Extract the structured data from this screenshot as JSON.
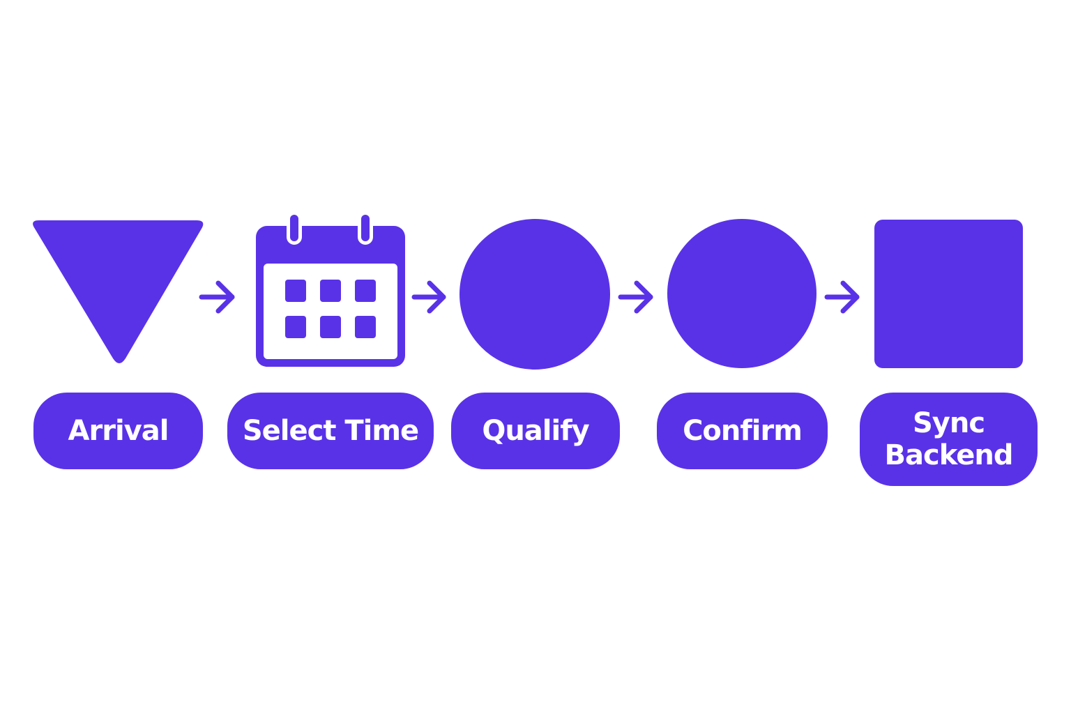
{
  "colors": {
    "accent": "#5932e8",
    "background": "#ffffff",
    "label_text": "#ffffff"
  },
  "steps": [
    {
      "label": "Arrival",
      "icon": "triangle-down-icon"
    },
    {
      "label": "Select Time",
      "icon": "calendar-icon"
    },
    {
      "label": "Qualify",
      "icon": "circle-icon"
    },
    {
      "label": "Confirm",
      "icon": "circle-icon"
    },
    {
      "label": "Sync\nBackend",
      "icon": "square-icon"
    }
  ],
  "connectors": [
    {
      "from": "Arrival",
      "to": "Select Time",
      "icon": "arrow-right-icon"
    },
    {
      "from": "Select Time",
      "to": "Qualify",
      "icon": "arrow-right-icon"
    },
    {
      "from": "Qualify",
      "to": "Confirm",
      "icon": "arrow-right-icon"
    },
    {
      "from": "Confirm",
      "to": "Sync\nBackend",
      "icon": "arrow-right-icon"
    }
  ]
}
